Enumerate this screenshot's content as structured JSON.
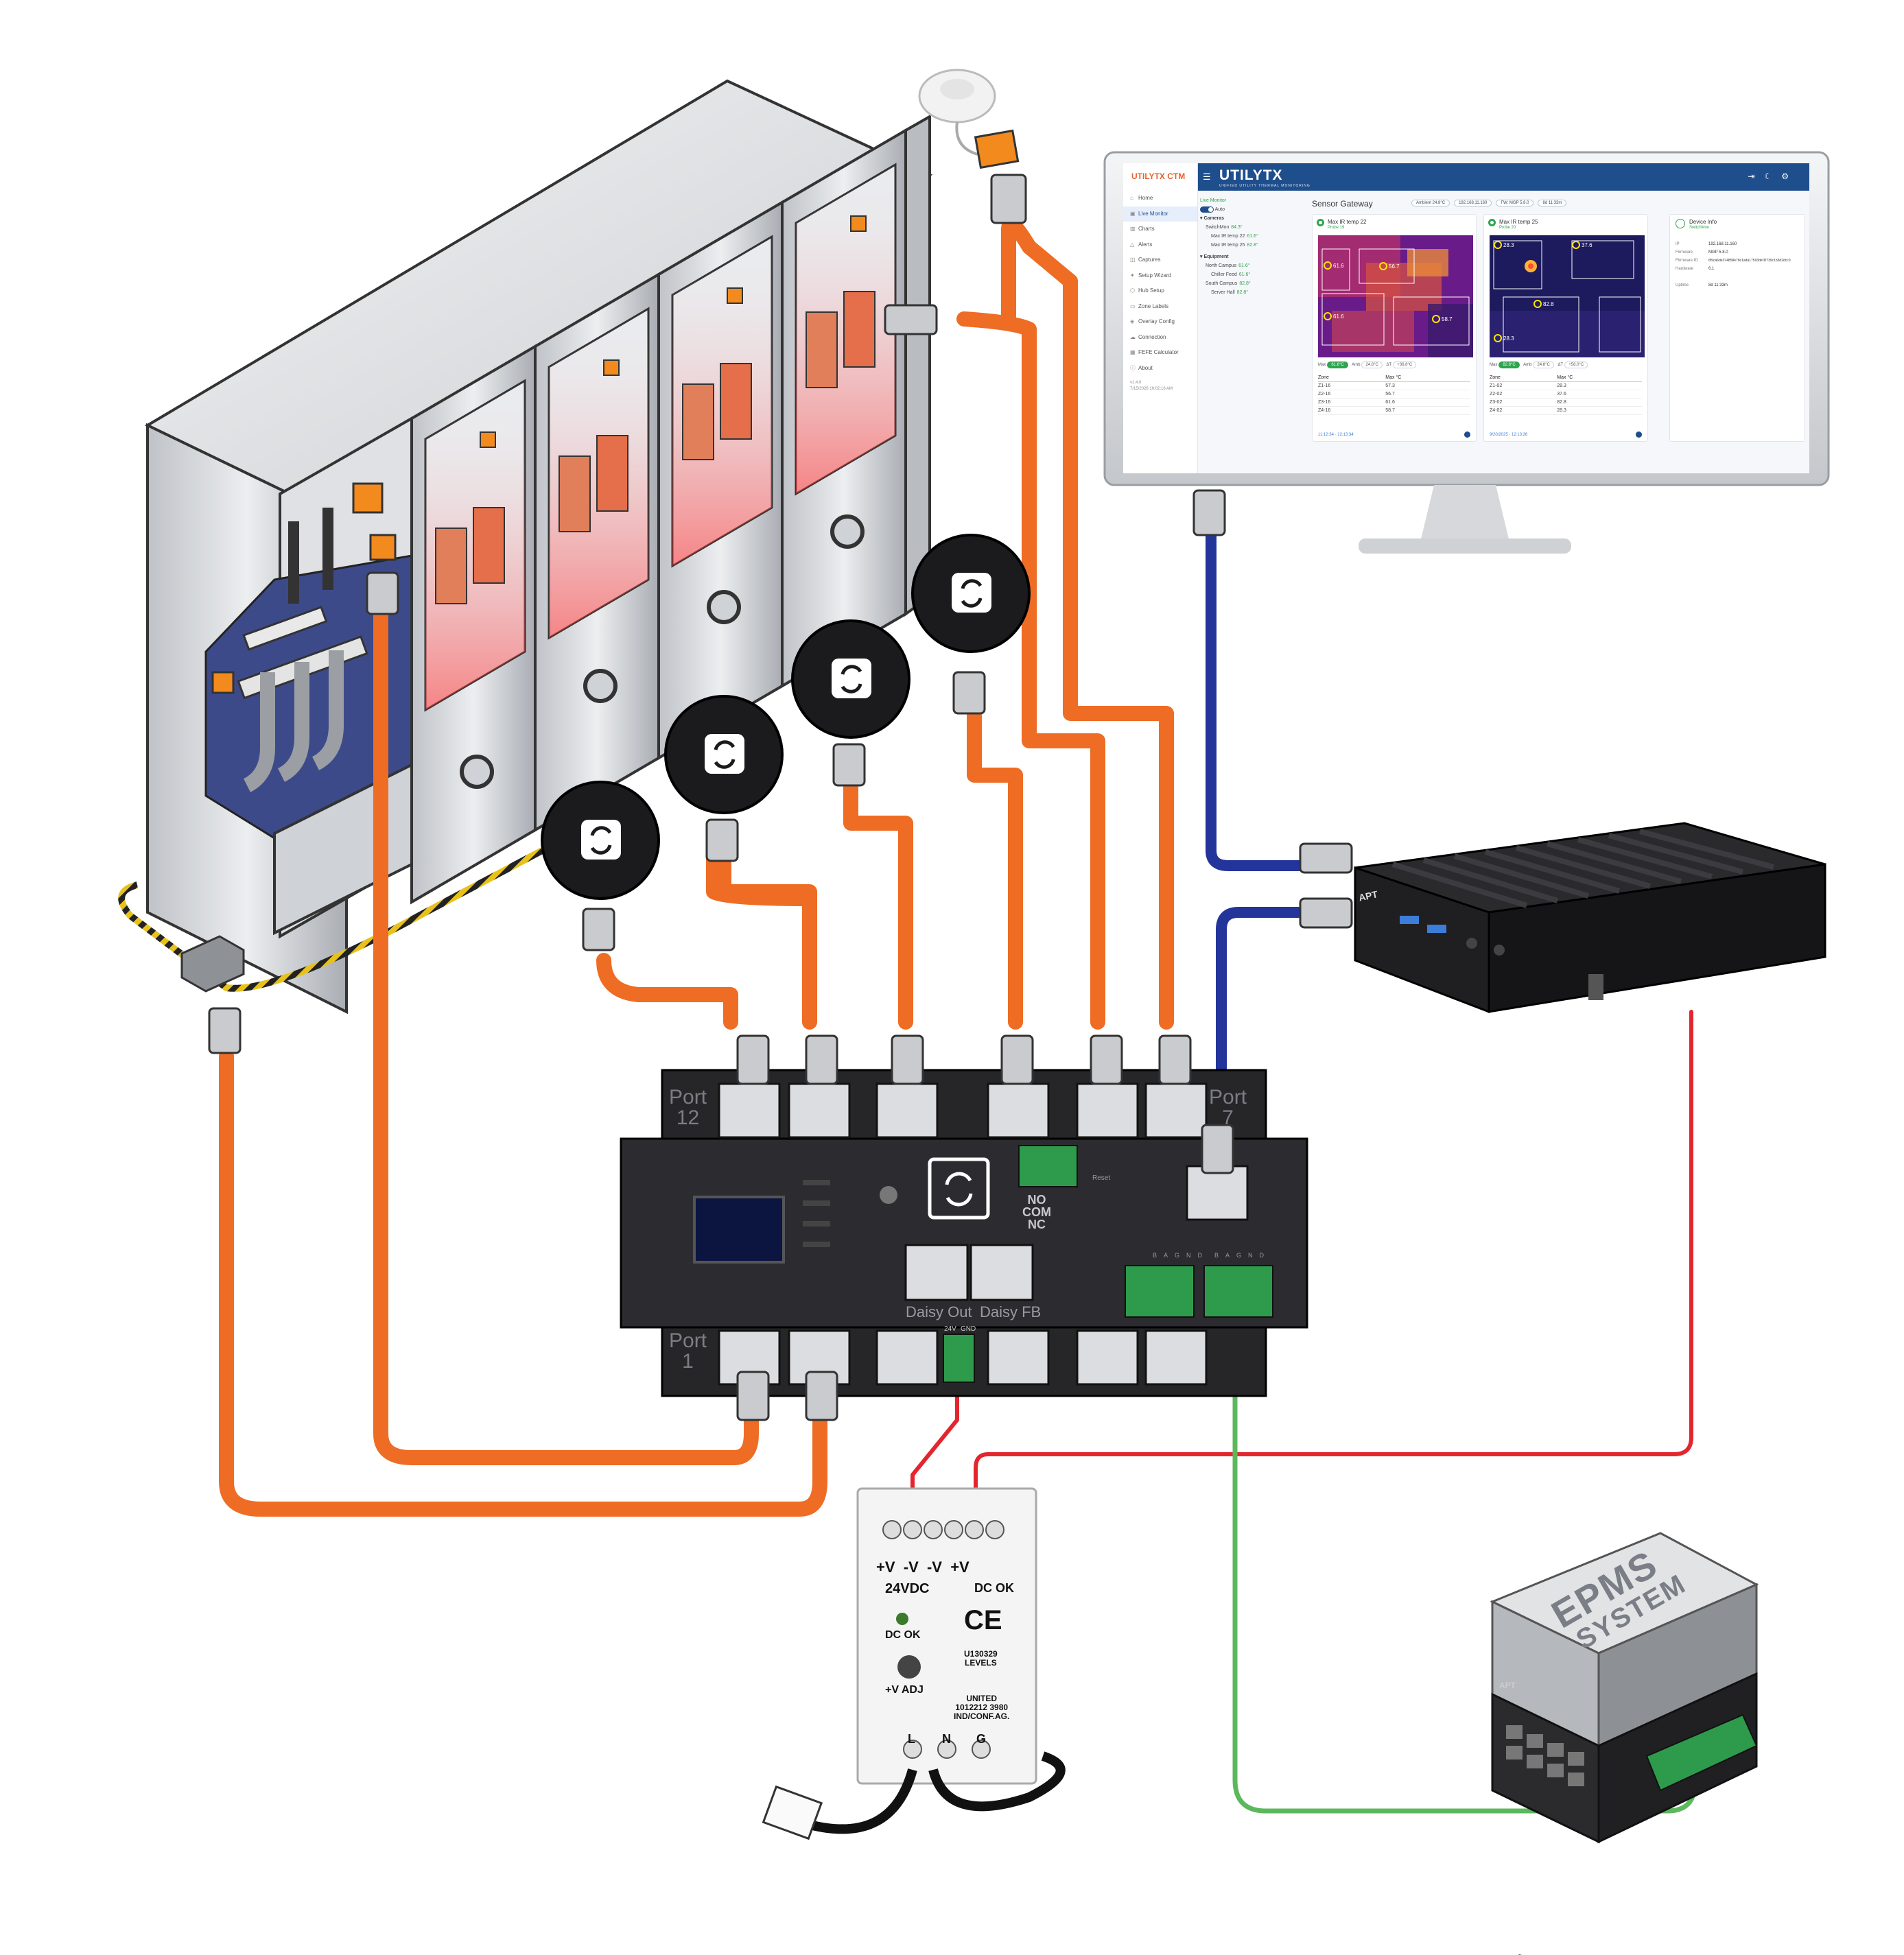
{
  "dashboard": {
    "app_name": "UTILYTX CTM",
    "logo": "UTILYTX",
    "logo_tagline": "UNIFIED UTILITY THERMAL MONITORING",
    "topbar_icons": [
      "logout-icon",
      "moon-icon",
      "settings-icon"
    ],
    "nav": [
      {
        "icon": "home-icon",
        "label": "Home"
      },
      {
        "icon": "monitor-icon",
        "label": "Live Monitor",
        "active": true
      },
      {
        "icon": "chart-icon",
        "label": "Charts"
      },
      {
        "icon": "alert-icon",
        "label": "Alerts"
      },
      {
        "icon": "capture-icon",
        "label": "Captures"
      },
      {
        "icon": "wizard-icon",
        "label": "Setup Wizard"
      },
      {
        "icon": "hub-icon",
        "label": "Hub Setup"
      },
      {
        "icon": "label-icon",
        "label": "Zone Labels"
      },
      {
        "icon": "overlay-icon",
        "label": "Overlay Config"
      },
      {
        "icon": "cloud-icon",
        "label": "Connection"
      },
      {
        "icon": "calculator-icon",
        "label": "FEFE Calculator"
      },
      {
        "icon": "info-icon",
        "label": "About"
      }
    ],
    "version": "v1.4.0",
    "timestamp": "7/15/2026 10:02:16 AM",
    "live": {
      "title": "Live Monitor",
      "toggle_label": "Auto",
      "cameras_header": "Cameras",
      "camera_group": "SwitchMon",
      "camera_group_value": "84.3°",
      "cameras": [
        {
          "name": "Max IR temp 22",
          "value": "61.6°"
        },
        {
          "name": "Max IR temp 25",
          "value": "82.8°"
        }
      ],
      "equipment_header": "Equipment",
      "sites": [
        {
          "name": "North Campus",
          "value": "61.6°"
        },
        {
          "name": "Chiller Feed",
          "value": "61.6°"
        },
        {
          "name": "South Campus",
          "value": "82.8°"
        },
        {
          "name": "Server Hall",
          "value": "82.8°"
        }
      ]
    },
    "gateway": {
      "title": "Sensor Gateway",
      "chips": [
        "Ambient 24.8°C",
        "192.168.11.160",
        "FW: MGP 5.8.0",
        "8d 11:33m"
      ]
    },
    "cards": [
      {
        "title": "Max IR temp 22",
        "subtitle": "Probe 19",
        "markers": [
          "61.6",
          "56.7",
          "61.6",
          "58.7"
        ],
        "stats": [
          {
            "label": "Max",
            "value": "61.6°C",
            "hi": true
          },
          {
            "label": "Amb",
            "value": "24.8°C"
          },
          {
            "label": "ΔT",
            "value": "+36.8°C"
          }
        ],
        "zone_header": [
          "Zone",
          "Max °C"
        ],
        "zones": [
          [
            "Z1-16",
            "57.3"
          ],
          [
            "Z2-16",
            "56.7"
          ],
          [
            "Z3-16",
            "61.6"
          ],
          [
            "Z4-16",
            "58.7"
          ]
        ],
        "footer": "11:12:34 · 12:13:34"
      },
      {
        "title": "Max IR temp 25",
        "subtitle": "Probe 20",
        "markers": [
          "28.3",
          "37.6",
          "82.8",
          "28.3"
        ],
        "stats": [
          {
            "label": "Max",
            "value": "82.8°C",
            "hi": true
          },
          {
            "label": "Amb",
            "value": "24.8°C"
          },
          {
            "label": "ΔT",
            "value": "+58.0°C"
          }
        ],
        "zone_header": [
          "Zone",
          "Max °C"
        ],
        "zones": [
          [
            "Z1-02",
            "28.3"
          ],
          [
            "Z2-02",
            "37.6"
          ],
          [
            "Z3-02",
            "82.8"
          ],
          [
            "Z4-02",
            "28.3"
          ]
        ],
        "footer": "9/20/2025 · 12:13:36"
      }
    ],
    "device": {
      "title": "Device Info",
      "subtitle": "SwitchMon",
      "rows": [
        {
          "k": "IP",
          "v": "192.168.11.160"
        },
        {
          "k": "Firmware",
          "v": "MGP 5.8.0"
        },
        {
          "k": "Firmware ID",
          "v": "6f9ca6de374858e7bc1ada17593def1f739c1b3d2dcc0"
        },
        {
          "k": "Hardware",
          "v": "6.1"
        },
        {
          "k": "Uptime",
          "v": "8d 11:33m"
        }
      ]
    }
  },
  "hub": {
    "port_top": "Port\n12",
    "port_top_right": "Port\n7",
    "port_bottom": "Port\n1",
    "relay_labels": [
      "NO",
      "COM",
      "NC"
    ],
    "reset_label": "Reset",
    "daisy_out": "Daisy Out",
    "daisy_fb": "Daisy FB",
    "power_labels": [
      "24V",
      "GND"
    ],
    "terminal_labels": [
      "B",
      "A",
      "GND",
      "B",
      "A",
      "GND"
    ]
  },
  "gateway_brand": "APT",
  "psu": {
    "terminals_top": "+V  -V  -V  +V",
    "voltage": "24VDC",
    "dc_ok_right": "DC OK",
    "dc_ok_led": "DC OK",
    "adj": "+V ADJ",
    "ce": "CE",
    "cert_1": "U130329\nLEVELS",
    "cert_2": "UNITED\n1012212 3980\nIND/CONF.AG.",
    "terminals_bottom": [
      "L",
      "N",
      "G"
    ]
  },
  "epms": {
    "line1": "EPMS",
    "line2": "SYSTEM",
    "brand": "APT"
  },
  "colors": {
    "cable_orange": "#ee6c24",
    "cable_blue": "#23349b",
    "cable_red": "#e3262e",
    "cable_green": "#5cb85c",
    "dashboard_header": "#1f4e8c",
    "accent": "#e8622c"
  }
}
